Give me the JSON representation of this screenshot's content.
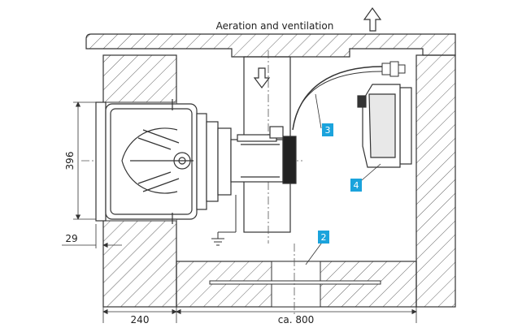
{
  "diagram": {
    "title": "Aeration and ventilation",
    "dimensions": {
      "height": "396",
      "offset": "29",
      "wall": "240",
      "width": "ca. 800"
    },
    "callouts": [
      {
        "label": "3"
      },
      {
        "label": "4"
      },
      {
        "label": "2"
      }
    ],
    "colors": {
      "callout_fill": "#1ba3dc",
      "line": "#333333",
      "hatch": "#555555"
    }
  }
}
